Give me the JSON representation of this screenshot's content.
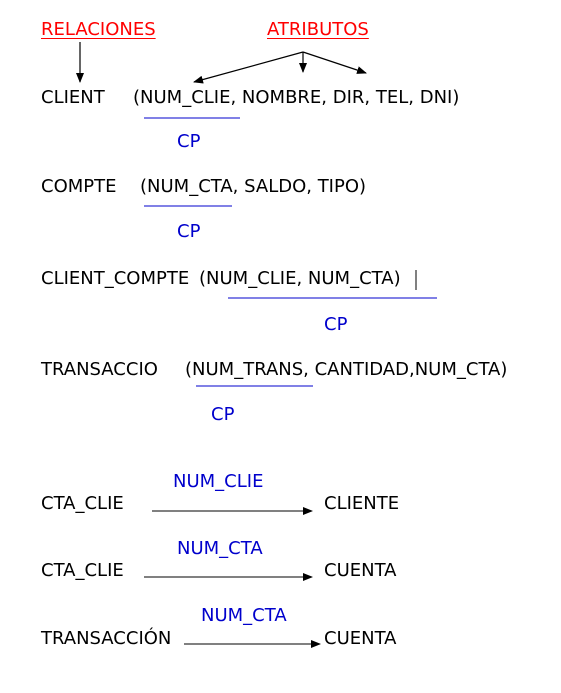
{
  "colors": {
    "header": "#ff0000",
    "key": "#0000cc",
    "text": "#000000",
    "arrow": "#000000",
    "underline": "#0000cc"
  },
  "header": {
    "relaciones": "RELACIONES",
    "atributos": "ATRIBUTOS"
  },
  "relations": {
    "client": {
      "name": "CLIENT",
      "attributes": "(NUM_CLIE, NOMBRE, DIR, TEL, DNI)",
      "key_label": "CP"
    },
    "compte": {
      "name": "COMPTE",
      "attributes": "(NUM_CTA, SALDO, TIPO)",
      "key_label": "CP"
    },
    "client_compte": {
      "name": "CLIENT_COMPTE",
      "attributes": "(NUM_CLIE, NUM_CTA)",
      "key_label": "CP"
    },
    "transaccio": {
      "name": "TRANSACCIO",
      "attributes": "(NUM_TRANS, CANTIDAD,NUM_CTA)",
      "key_label": "CP"
    }
  },
  "foreign_keys": [
    {
      "from": "CTA_CLIE",
      "via": "NUM_CLIE",
      "to": "CLIENTE"
    },
    {
      "from": "CTA_CLIE",
      "via": "NUM_CTA",
      "to": "CUENTA"
    },
    {
      "from": "TRANSACCIÓN",
      "via": "NUM_CTA",
      "to": "CUENTA"
    }
  ]
}
